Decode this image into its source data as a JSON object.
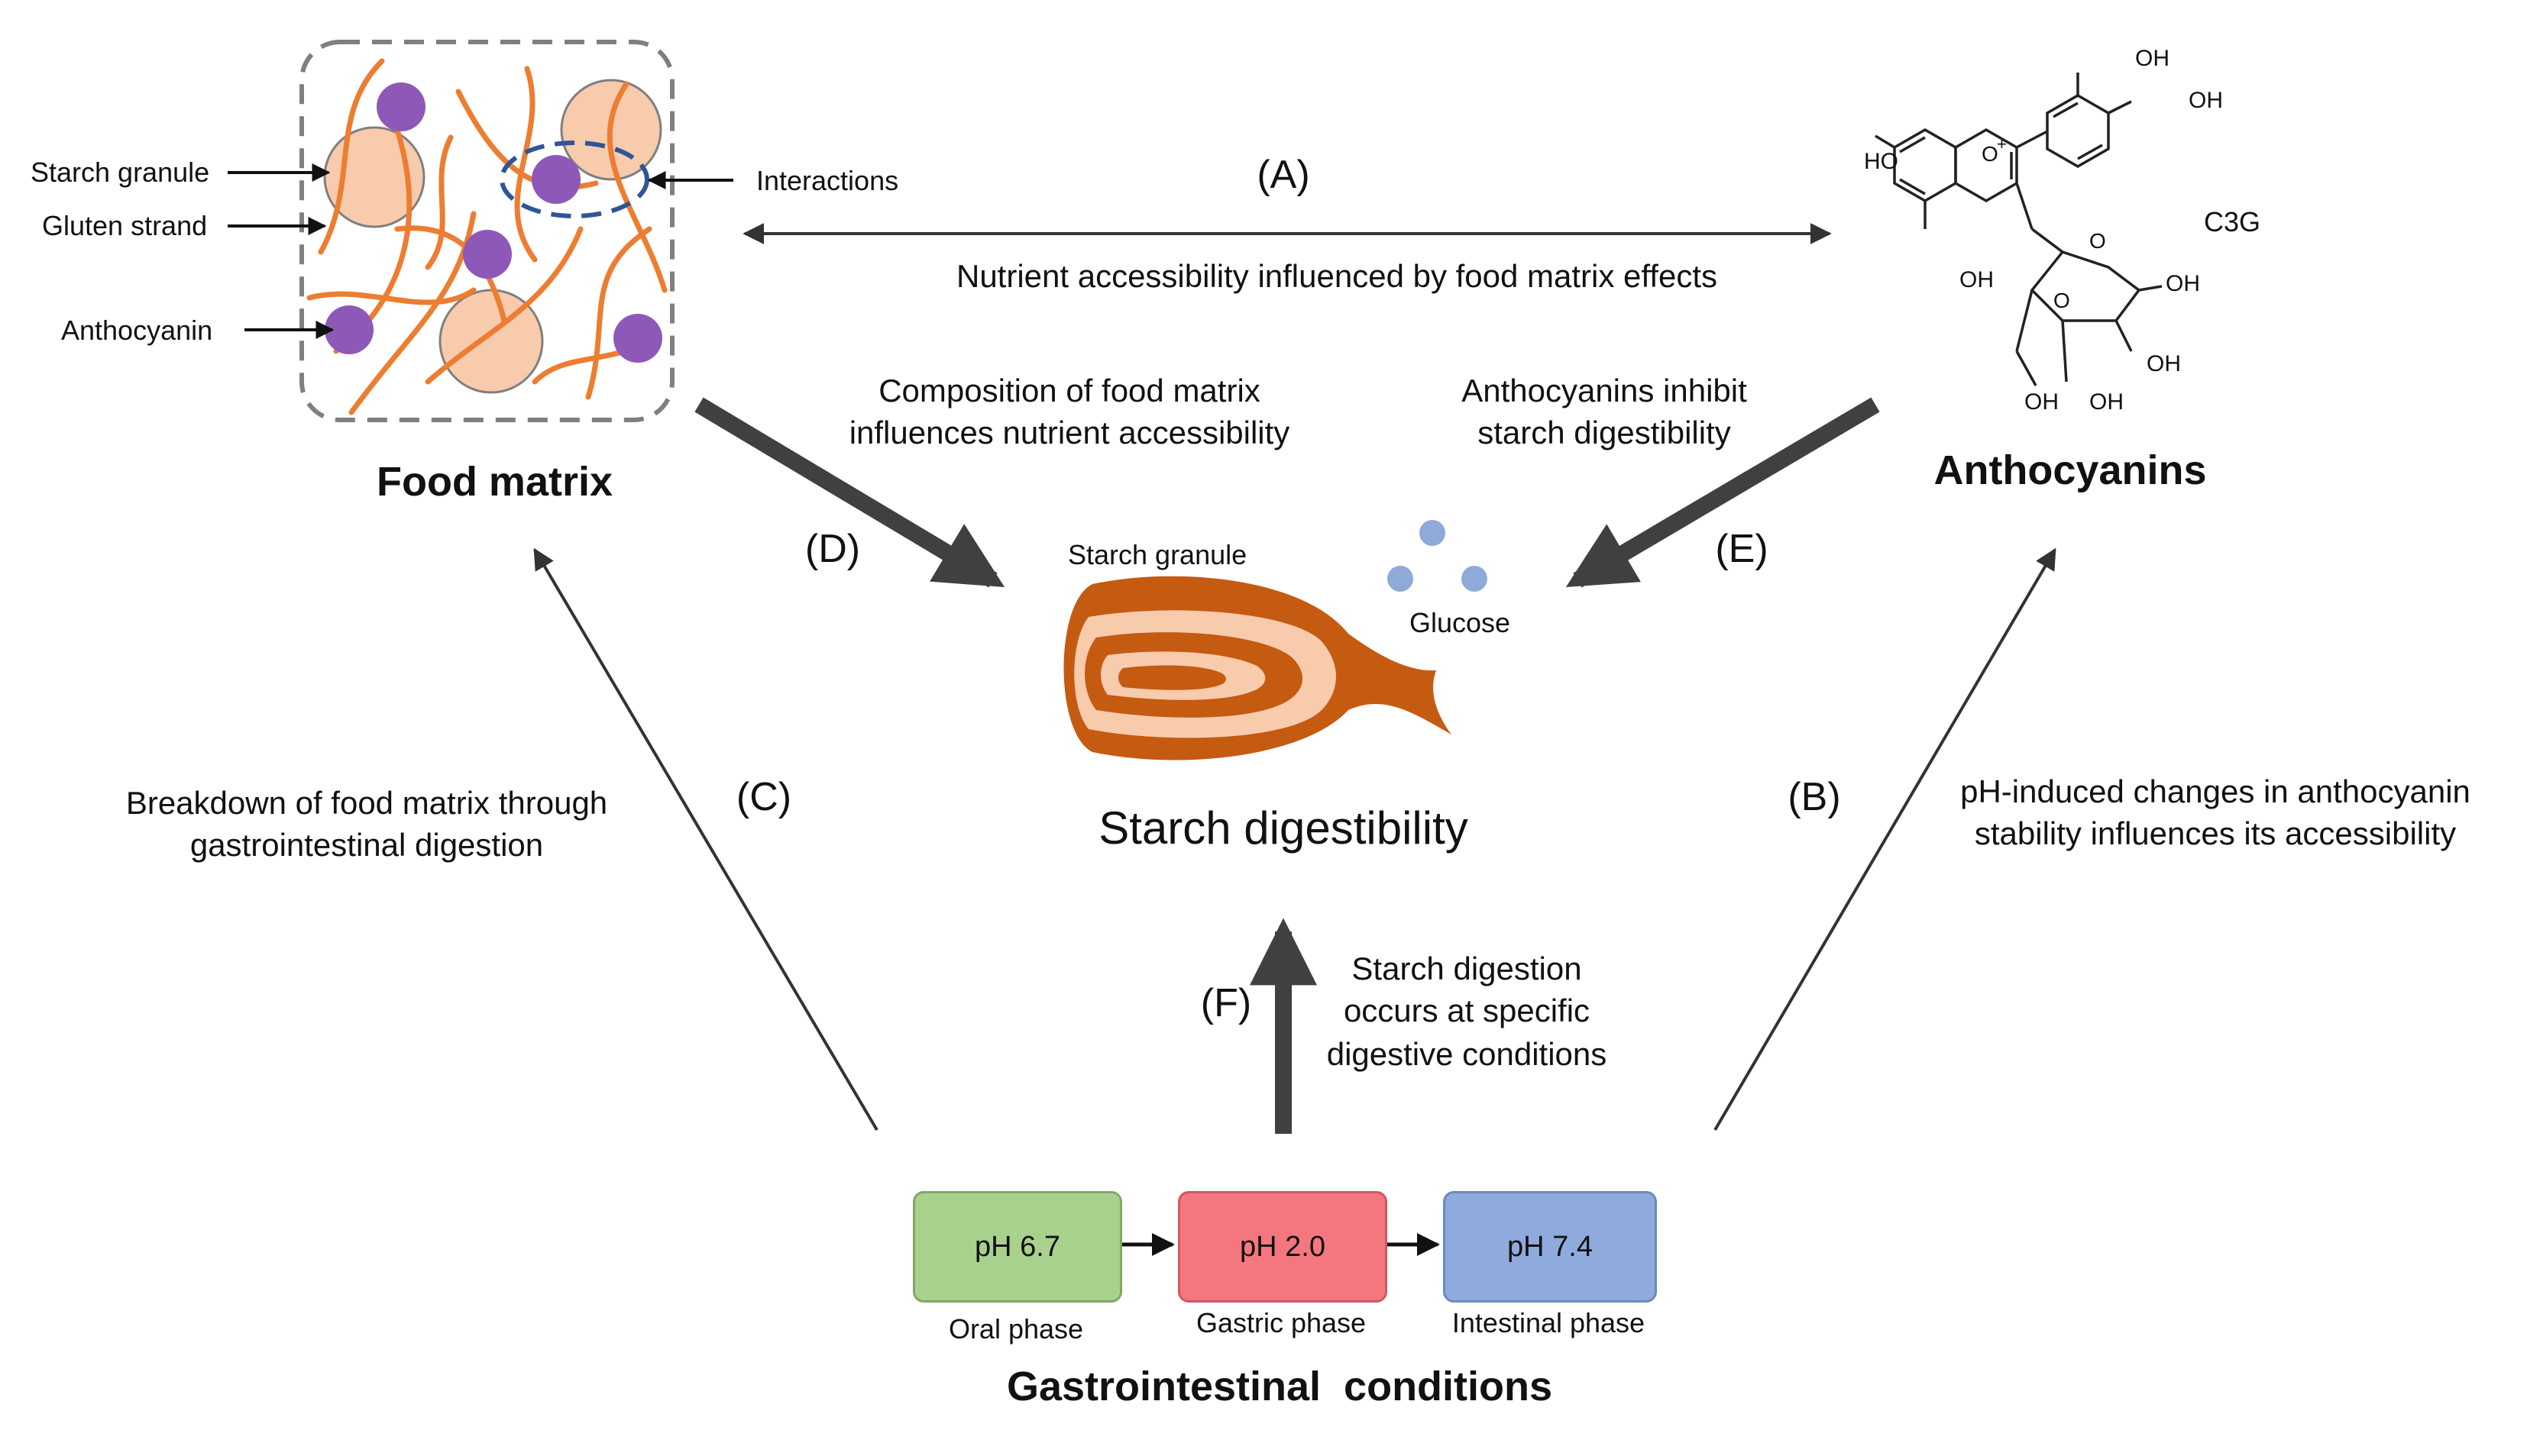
{
  "food_matrix": {
    "title": "Food matrix",
    "starch_label": "Starch granule",
    "gluten_label": "Gluten strand",
    "anthocyanin_label": "Anthocyanin",
    "interactions_label": "Interactions"
  },
  "anthocyanins": {
    "title": "Anthocyanins",
    "molecule": "C3G",
    "groups": [
      "OH",
      "OH",
      "HO",
      "O",
      "+",
      "OH",
      "O",
      "O",
      "OH",
      "OH",
      "OH",
      "OH",
      "OH"
    ]
  },
  "center": {
    "title": "Starch digestibility",
    "granule_label": "Starch granule",
    "glucose_label": "Glucose"
  },
  "links": {
    "A": {
      "tag": "(A)",
      "lines": [
        "Nutrient accessibility influenced by food matrix effects"
      ]
    },
    "B": {
      "tag": "(B)",
      "lines": [
        "pH-induced changes in anthocyanin",
        "stability influences its accessibility"
      ]
    },
    "C": {
      "tag": "(C)",
      "lines": [
        "Breakdown of food matrix through",
        "gastrointestinal digestion"
      ]
    },
    "D": {
      "tag": "(D)",
      "lines": [
        "Composition of food matrix",
        "influences nutrient accessibility"
      ]
    },
    "E": {
      "tag": "(E)",
      "lines": [
        "Anthocyanins inhibit",
        "starch digestibility"
      ]
    },
    "F": {
      "tag": "(F)",
      "lines": [
        "Starch digestion",
        "occurs at specific",
        "digestive conditions"
      ]
    }
  },
  "gi": {
    "title": "Gastrointestinal  conditions",
    "phases": [
      {
        "ph": "pH 6.7",
        "name": "Oral phase",
        "color": "#a9d18e"
      },
      {
        "ph": "pH 2.0",
        "name": "Gastric phase",
        "color": "#f4777f"
      },
      {
        "ph": "pH 7.4",
        "name": "Intestinal phase",
        "color": "#8faadc"
      }
    ]
  },
  "colors": {
    "starch_fill": "#f8cbad",
    "gluten": "#ed7d31",
    "anthocyanin": "#8e58b8",
    "granule_dark": "#c55a11",
    "glucose": "#8fa9d8",
    "thick_arrow": "#404040"
  }
}
